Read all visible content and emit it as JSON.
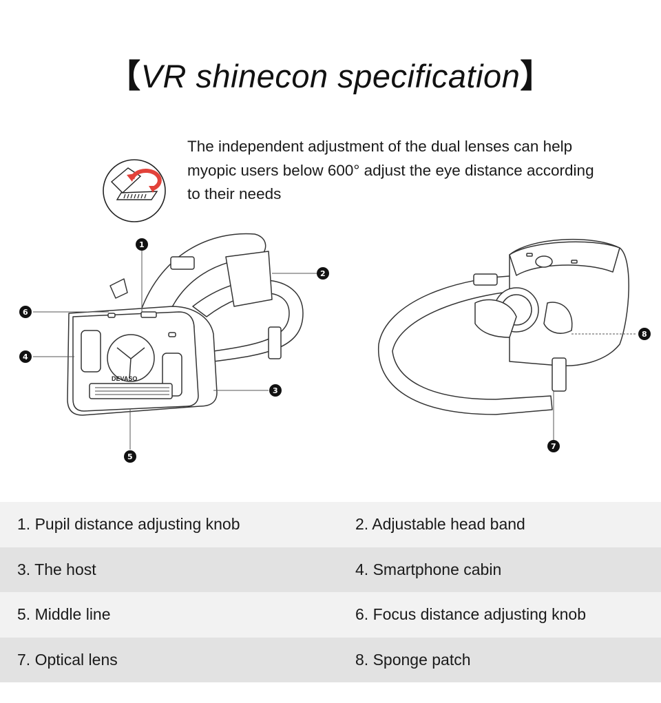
{
  "title": {
    "open_bracket": "【",
    "text": "VR shinecon specification",
    "close_bracket": "】"
  },
  "description": {
    "line1": "The independent adjustment of the dual lenses can help",
    "line2": "myopic users below 600° adjust the eye distance according",
    "line3": "to their needs"
  },
  "product_label": "DEVASO",
  "callouts": [
    "1",
    "2",
    "3",
    "4",
    "5",
    "6",
    "7",
    "8"
  ],
  "specs": [
    {
      "left": "1. Pupil distance adjusting knob",
      "right": "2. Adjustable head band"
    },
    {
      "left": "3. The host",
      "right": "4. Smartphone cabin"
    },
    {
      "left": "5. Middle line",
      "right": "6. Focus distance adjusting knob"
    },
    {
      "left": "7. Optical lens",
      "right": "8. Sponge patch"
    }
  ],
  "colors": {
    "accent_red": "#e2423a",
    "row_light": "#f2f2f2",
    "row_dark": "#e2e2e2"
  }
}
